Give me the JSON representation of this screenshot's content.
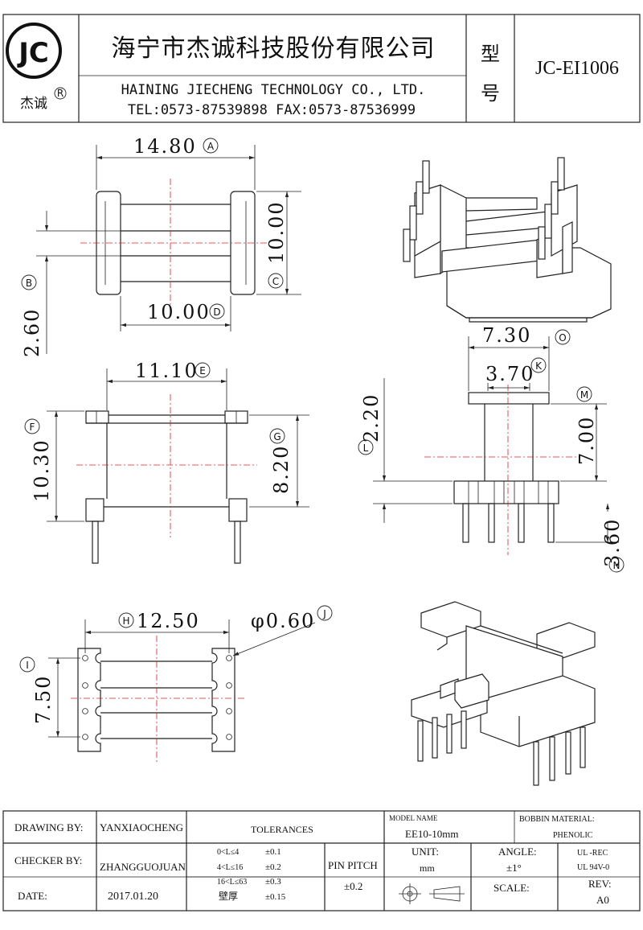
{
  "header": {
    "logo_text": "JC",
    "logo_brand": "杰诚",
    "logo_mark": "R",
    "company_cn": "海宁市杰诚科技股份有限公司",
    "company_en": "HAINING JIECHENG TECHNOLOGY CO., LTD.",
    "contact": "TEL:0573-87539898   FAX:0573-87536999",
    "model_label_1": "型",
    "model_label_2": "号",
    "model_value": "JC-EI1006"
  },
  "dimensions": [
    {
      "id": "A",
      "value": "14.80"
    },
    {
      "id": "B",
      "value": "2.60"
    },
    {
      "id": "C",
      "value": "10.00"
    },
    {
      "id": "D",
      "value": "10.00"
    },
    {
      "id": "E",
      "value": "11.10"
    },
    {
      "id": "F",
      "value": "10.30"
    },
    {
      "id": "G",
      "value": "8.20"
    },
    {
      "id": "H",
      "value": "12.50"
    },
    {
      "id": "I",
      "value": "7.50"
    },
    {
      "id": "J",
      "value": "φ0.60"
    },
    {
      "id": "K",
      "value": "3.70"
    },
    {
      "id": "L",
      "value": "2.20"
    },
    {
      "id": "M",
      "value": "7.00"
    },
    {
      "id": "N",
      "value": "3.60"
    },
    {
      "id": "O",
      "value": "7.30"
    }
  ],
  "title_block": {
    "drawing_by_label": "DRAWING  BY:",
    "drawing_by_value": "YANXIAOCHENG",
    "checker_by_label": "CHECKER  BY:",
    "checker_by_value": "ZHANGGUOJUAN",
    "date_label": "DATE:",
    "date_value": "2017.01.20",
    "tolerances_label": "TOLERANCES",
    "tol_rows": [
      {
        "range": "0<L≤4",
        "tol": "±0.1"
      },
      {
        "range": "4<L≤16",
        "tol": "±0.2"
      },
      {
        "range": "16<L≤63",
        "tol": "±0.3"
      },
      {
        "range": "壁厚",
        "tol": "±0.15"
      }
    ],
    "pin_pitch_label": "PIN PITCH",
    "pin_pitch_value": "±0.2",
    "model_name_label": "MODEL NAME",
    "model_name_value": "EE10-10mm",
    "bobbin_material_label": "BOBBIN MATERIAL:",
    "bobbin_material_value": "PHENOLIC",
    "unit_label": "UNIT:",
    "unit_value": "mm",
    "angle_label": "ANGLE:",
    "angle_value": "±1°",
    "ul_1": "UL -REC",
    "ul_2": "UL  94V-0",
    "scale_label": "SCALE:",
    "rev_label": "REV:",
    "rev_value": "A0"
  }
}
